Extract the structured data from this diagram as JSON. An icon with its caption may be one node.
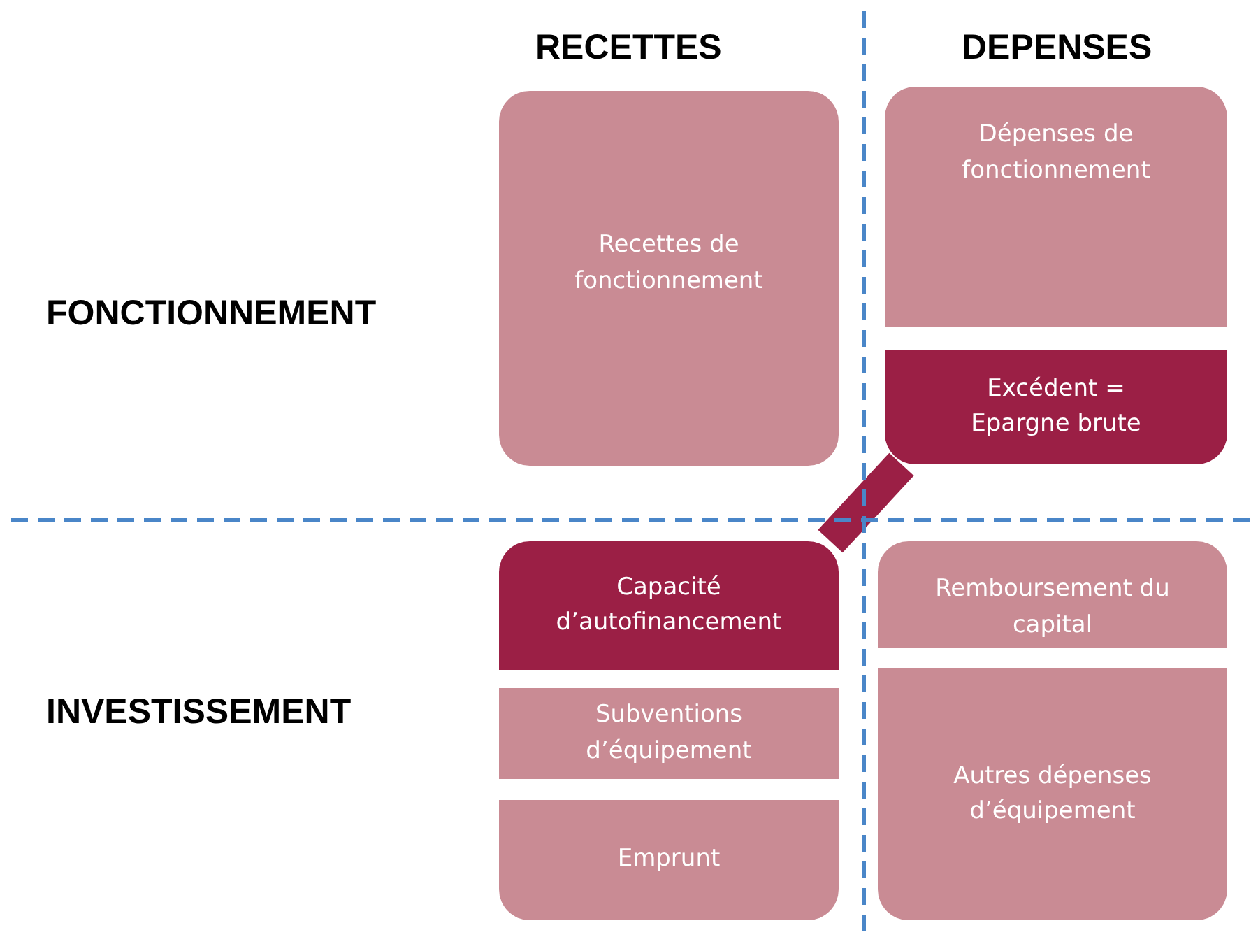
{
  "diagram": {
    "nodes": [
      {
        "text": [
          "Recettes de fonctionnement"
        ]
      },
      {
        "text": [
          "Dépenses de fonctionnement"
        ]
      },
      {
        "text": [
          "Excédent = Epargne brute"
        ]
      },
      {
        "text": [
          "Capacité d’autofinancement"
        ]
      },
      {
        "text": [
          "Subventions d’équipement"
        ]
      },
      {
        "text": [
          "Emprunt"
        ]
      },
      {
        "text": [
          "Remboursement du capital"
        ]
      },
      {
        "text": [
          "Autres dépenses d’équipement"
        ]
      }
    ],
    "edges": [
      {
        "from": 2,
        "to": 3,
        "arrow": "none"
      }
    ],
    "labels": [
      "RECETTES",
      "DEPENSES",
      "FONCTIONNEMENT",
      "INVESTISSEMENT"
    ]
  }
}
